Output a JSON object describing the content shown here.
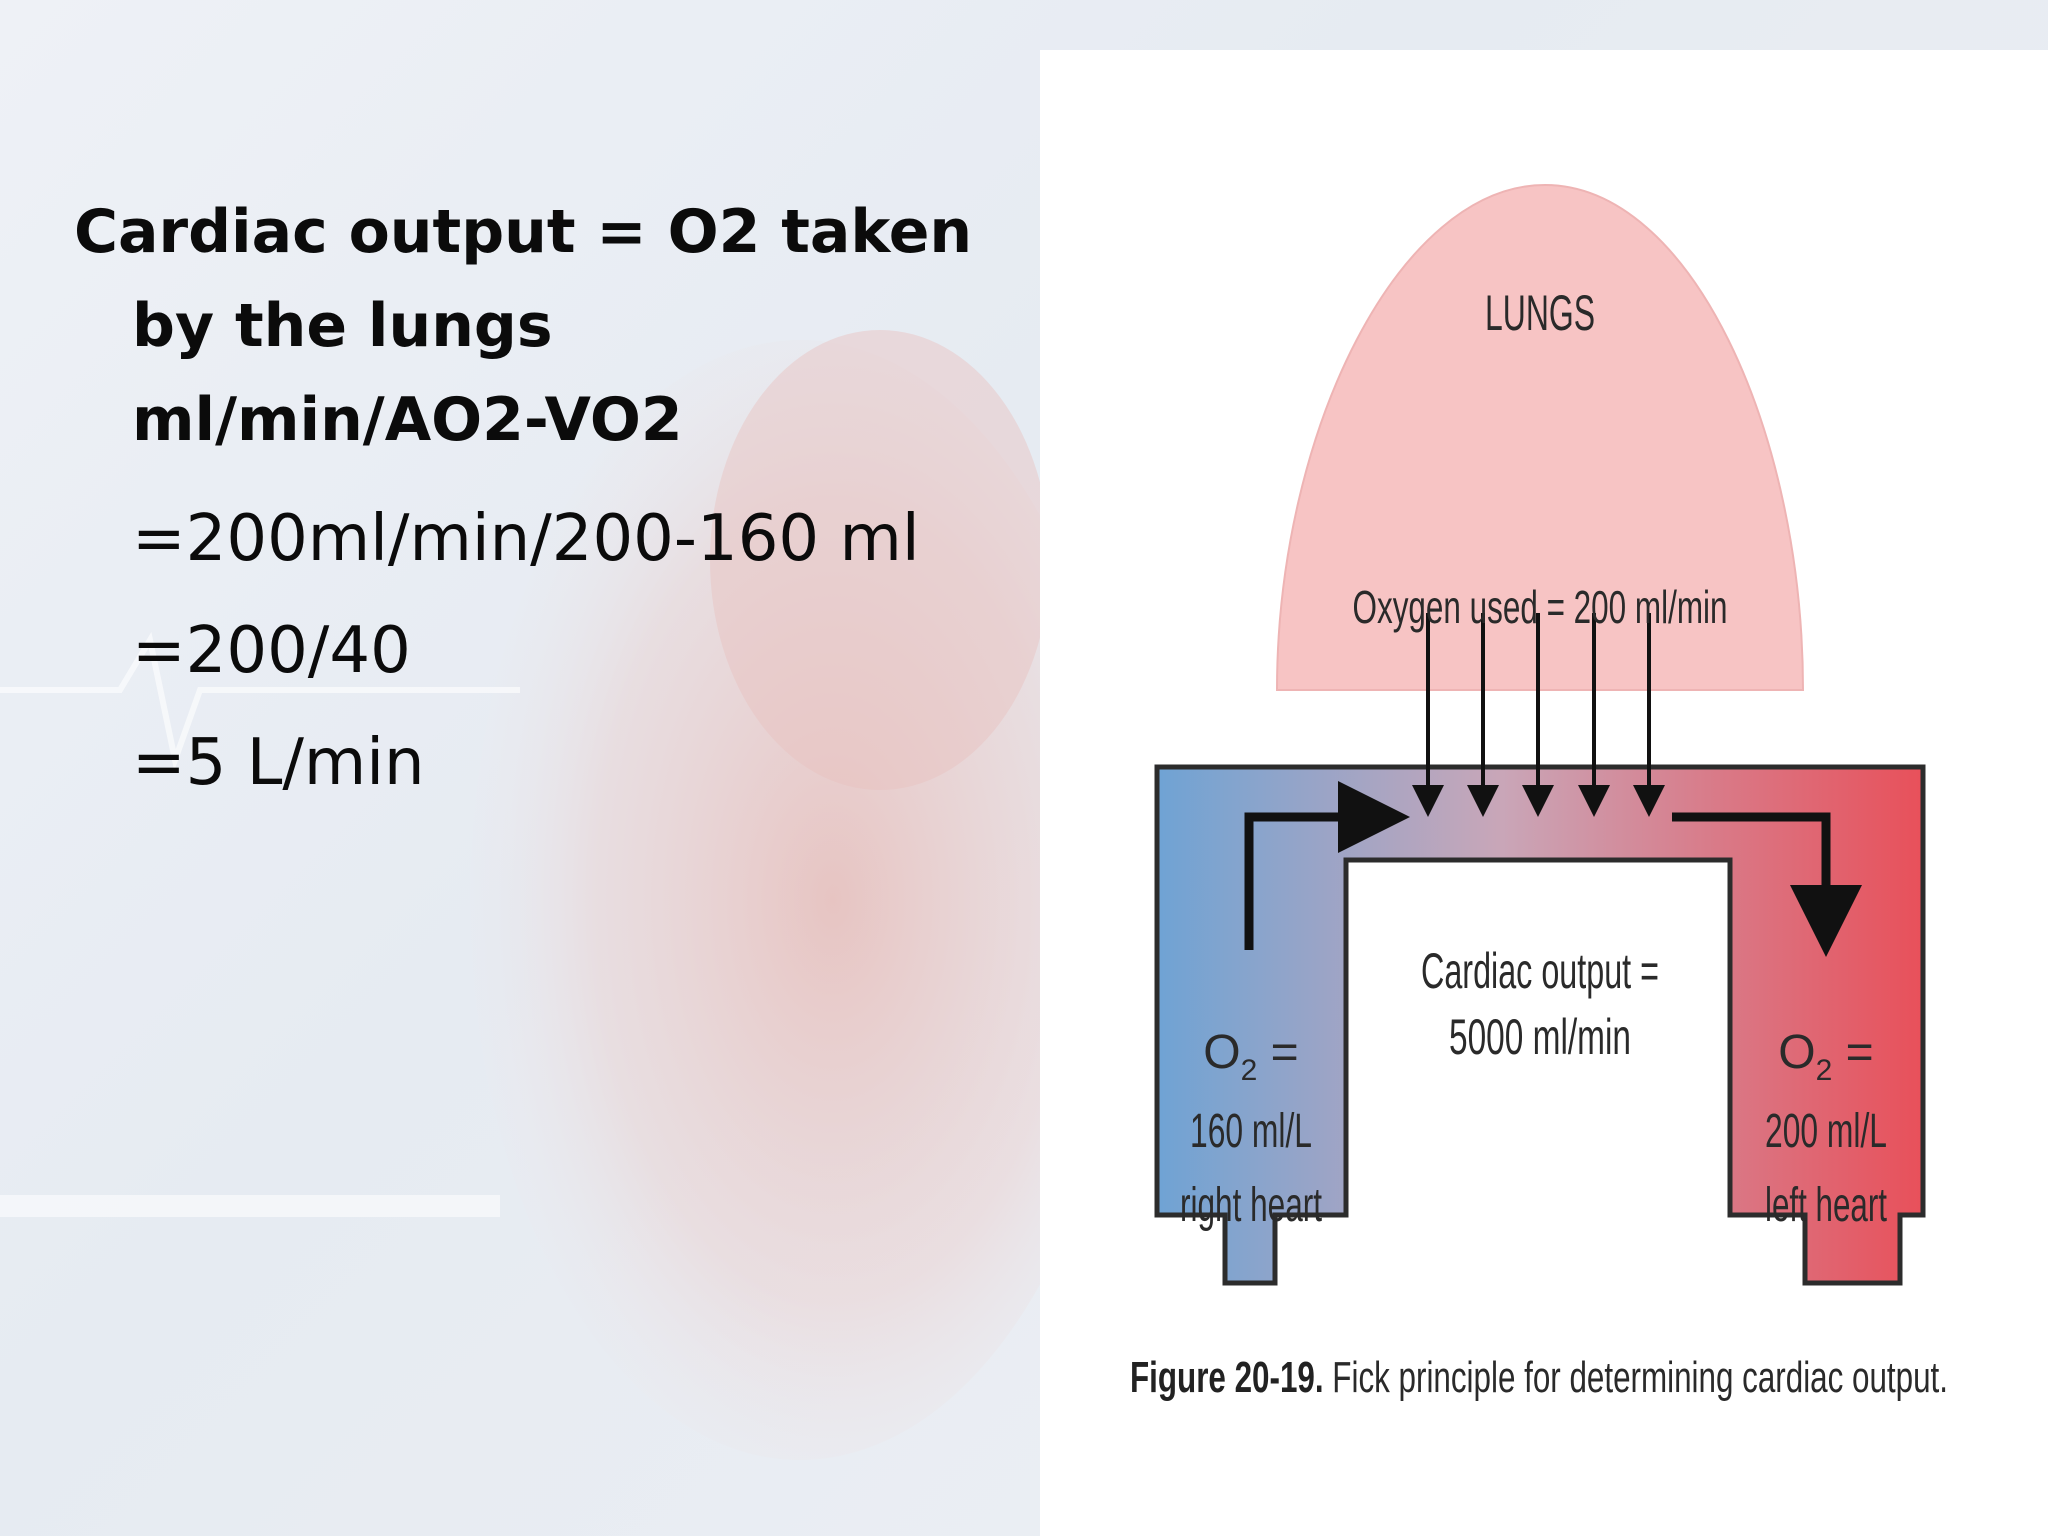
{
  "slide": {
    "formula_lines": [
      "Cardiac output = O2 taken",
      "by the lungs",
      "ml/min/AO2-VO2"
    ],
    "calc_lines": [
      "=200ml/min/200-160 ml",
      "=200/40",
      "=5 L/min"
    ]
  },
  "figure": {
    "lungs_label": "LUNGS",
    "oxygen_used": "Oxygen used = 200 ml/min",
    "cardiac_output_line1": "Cardiac output =",
    "cardiac_output_line2": "5000 ml/min",
    "right_heart": {
      "o2": "O",
      "o2_sub": "2",
      "o2_eq": " =",
      "value": "160 ml/L",
      "name": "right heart"
    },
    "left_heart": {
      "o2": "O",
      "o2_sub": "2",
      "o2_eq": " =",
      "value": "200 ml/L",
      "name": "left heart"
    },
    "caption_bold": "Figure 20-19.",
    "caption_text": " Fick principle for determining cardiac output.",
    "colors": {
      "venous_blue": "#6fa3d4",
      "arterial_red": "#e8505a",
      "lungs_pink": "#f7c4c4"
    }
  }
}
